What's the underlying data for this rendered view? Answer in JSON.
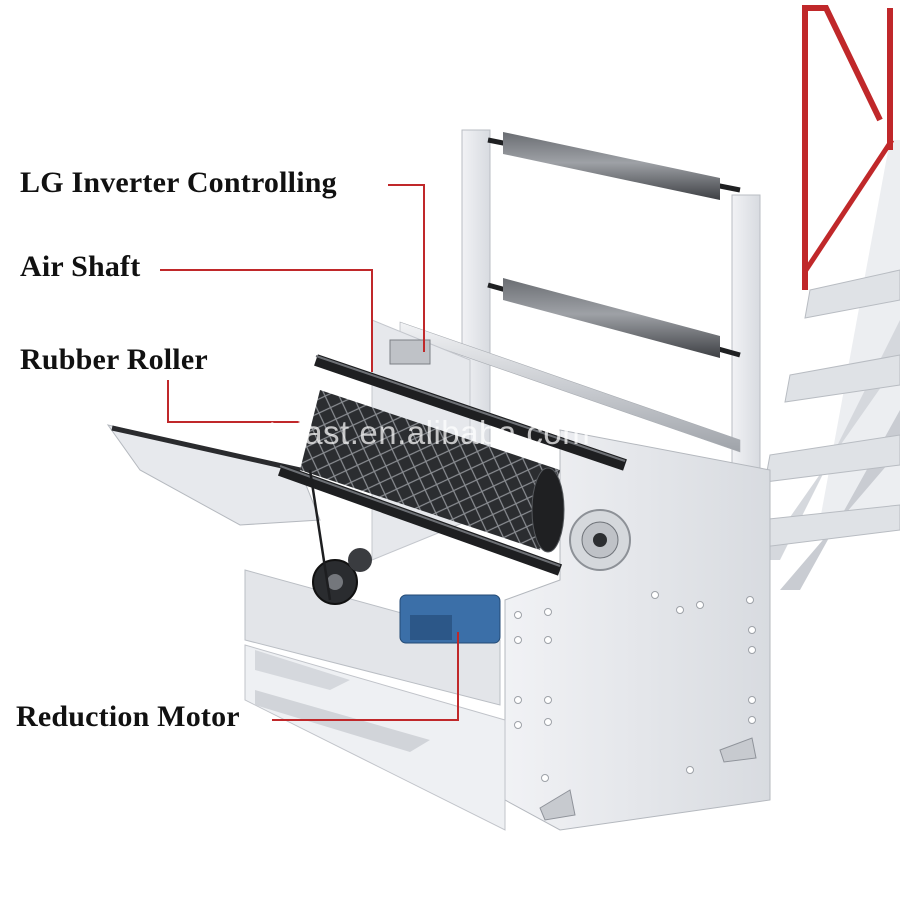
{
  "labels": {
    "inverter": "LG Inverter Controlling",
    "air_shaft": "Air Shaft",
    "rubber_roller": "Rubber Roller",
    "reduction_motor": "Reduction Motor"
  },
  "watermark": "cntplast.en.alibaba.com",
  "colors": {
    "leader_line": "#c0282a",
    "label_text": "#111111",
    "frame": "#e3e5ea",
    "frame_shadow": "#c6c9cf",
    "roller": "#2e3033",
    "stair_rail": "#c0282a"
  }
}
